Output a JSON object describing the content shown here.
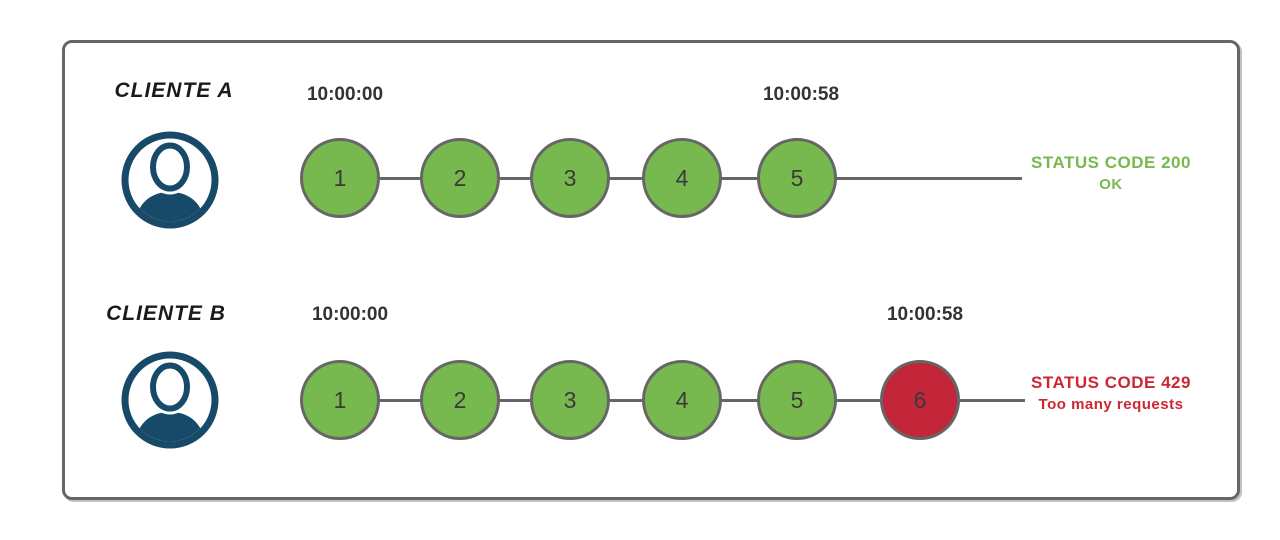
{
  "diagram": {
    "description": "Rate limiting diagram comparing two clients' requests in the same time window",
    "rows": [
      {
        "client_label": "CLIENTE A",
        "start_time": "10:00:00",
        "end_time": "10:00:58",
        "requests": [
          {
            "label": "1",
            "status": "ok"
          },
          {
            "label": "2",
            "status": "ok"
          },
          {
            "label": "3",
            "status": "ok"
          },
          {
            "label": "4",
            "status": "ok"
          },
          {
            "label": "5",
            "status": "ok"
          }
        ],
        "status_code_line": "STATUS CODE 200",
        "status_message": "OK"
      },
      {
        "client_label": "CLIENTE B",
        "start_time": "10:00:00",
        "end_time": "10:00:58",
        "requests": [
          {
            "label": "1",
            "status": "ok"
          },
          {
            "label": "2",
            "status": "ok"
          },
          {
            "label": "3",
            "status": "ok"
          },
          {
            "label": "4",
            "status": "ok"
          },
          {
            "label": "5",
            "status": "ok"
          },
          {
            "label": "6",
            "status": "blocked"
          }
        ],
        "status_code_line": "STATUS CODE 429",
        "status_message": "Too many requests"
      }
    ],
    "colors": {
      "request_ok_fill": "#77b84f",
      "request_blocked_fill": "#c32638",
      "status_ok_text": "#77b84f",
      "status_blocked_text": "#cc2733",
      "avatar_blue": "#174a68",
      "line_gray": "#666666",
      "frame_border": "#666666",
      "timestamp_text": "#333333",
      "client_label_text": "#1a1a1a"
    }
  }
}
